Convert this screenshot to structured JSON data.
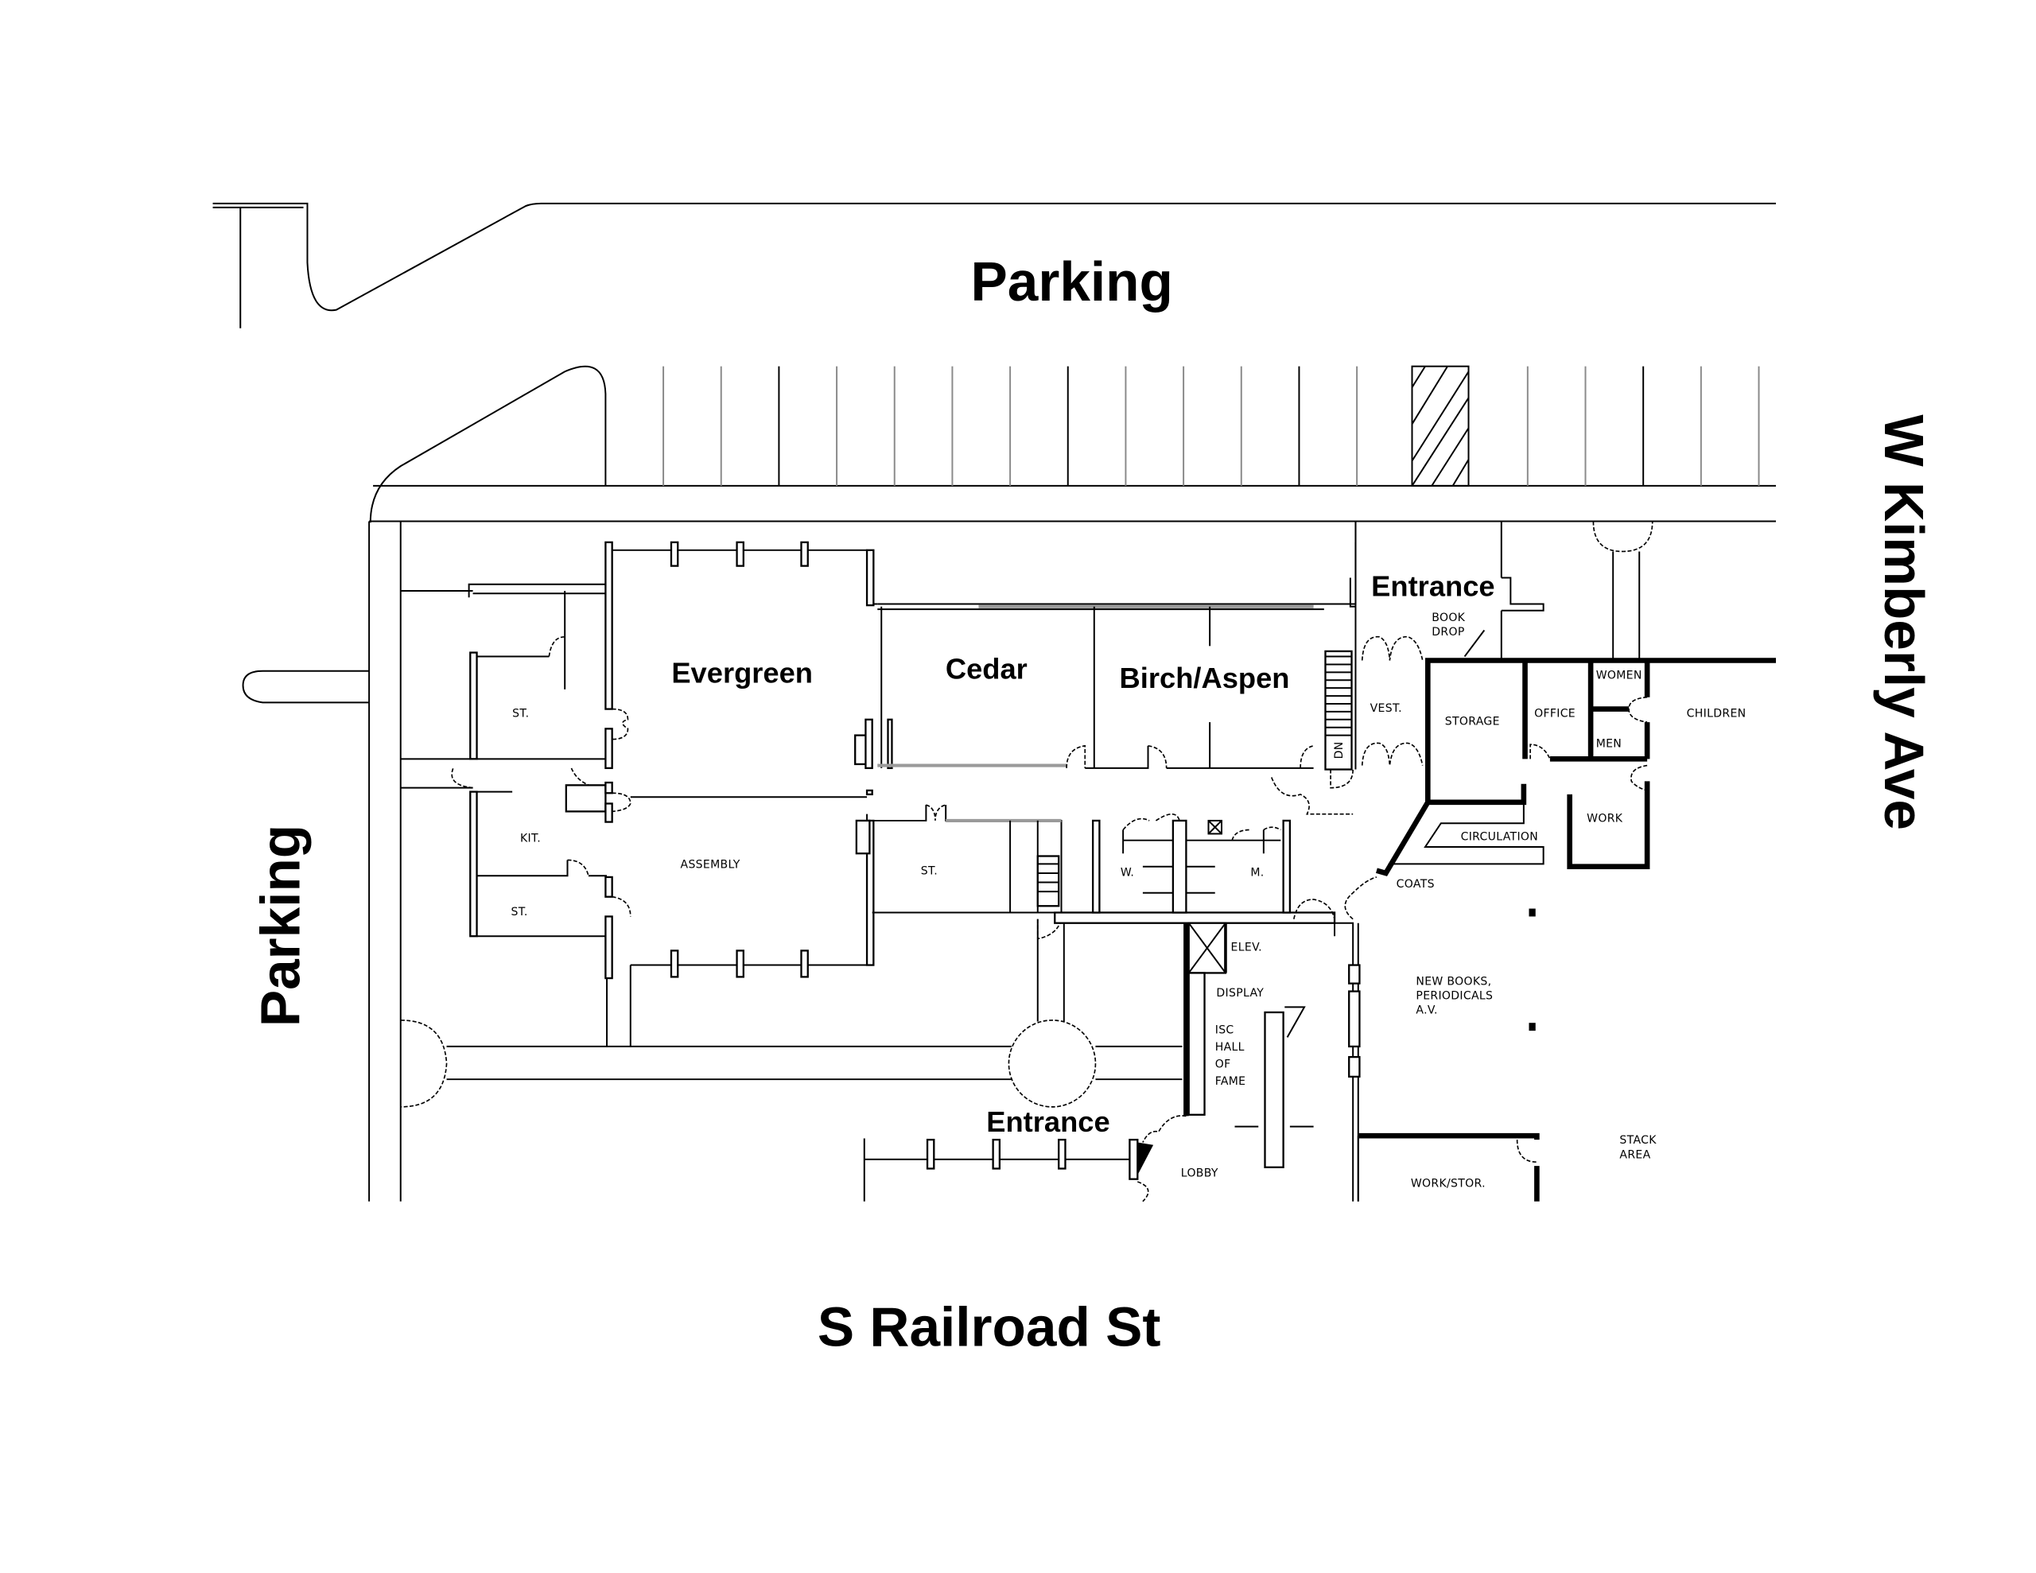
{
  "map": {
    "title": "Building floor plan with surrounding streets and parking",
    "street_labels": {
      "north": "Parking",
      "west": "Parking",
      "east": "W Kimberly Ave",
      "south": "S Railroad St"
    },
    "meeting_rooms": {
      "evergreen": "Evergreen",
      "cedar": "Cedar",
      "birch_aspen": "Birch/Aspen"
    },
    "entrances": {
      "north": "Entrance",
      "south": "Entrance"
    },
    "room_labels": {
      "st_upper": "ST.",
      "kit": "KIT.",
      "st_lower": "ST.",
      "assembly": "ASSEMBLY",
      "st_middle": "ST.",
      "women_restroom": "W.",
      "men_restroom": "M.",
      "elev": "ELEV.",
      "display": "DISPLAY",
      "isc_hall_of_fame": [
        "ISC",
        "HALL",
        "OF",
        "FAME"
      ],
      "lobby": "LOBBY",
      "vest": "VEST.",
      "stair_dn": "DN",
      "book_drop": [
        "BOOK",
        "DROP"
      ],
      "storage": "STORAGE",
      "office": "OFFICE",
      "women": "WOMEN",
      "men": "MEN",
      "children": "CHILDREN",
      "work": "WORK",
      "circulation": "CIRCULATION",
      "coats": "COATS",
      "new_books": [
        "NEW BOOKS,",
        "PERIODICALS",
        "A.V."
      ],
      "stack_area": [
        "STACK",
        "AREA"
      ],
      "work_stor": "WORK/STOR."
    },
    "colors": {
      "background": "#ffffff",
      "lines": "#000000",
      "glass_partition": "#9a9a9a"
    }
  }
}
